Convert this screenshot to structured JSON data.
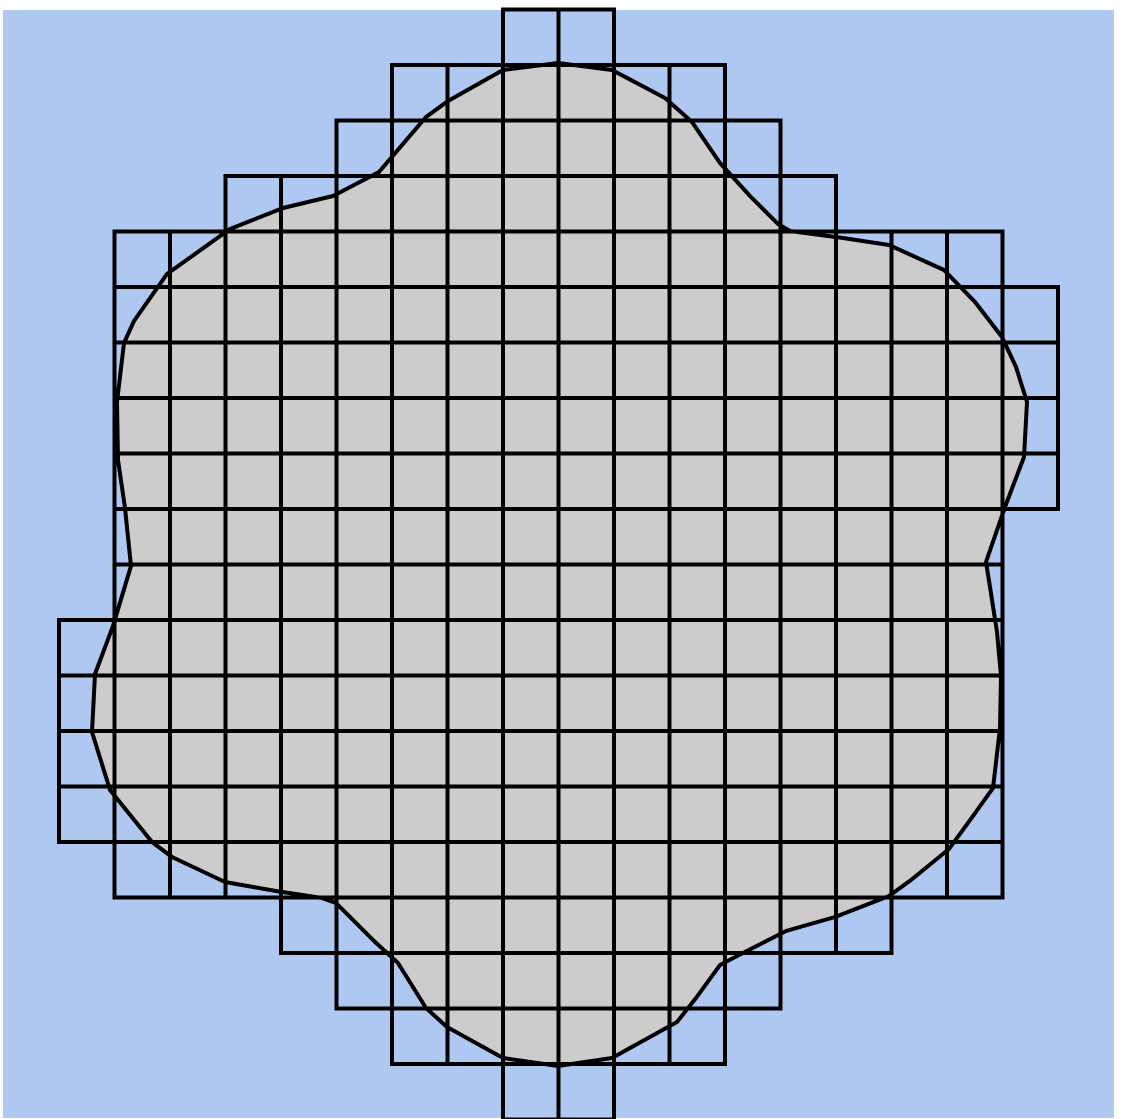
{
  "colors": {
    "water": "#aec8f2",
    "region": "#cccccc",
    "stroke": "#000000"
  },
  "grid": {
    "rows": [
      {
        "start": 9,
        "count": 2
      },
      {
        "start": 7,
        "count": 6
      },
      {
        "start": 6,
        "count": 8
      },
      {
        "start": 4,
        "count": 11
      },
      {
        "start": 2,
        "count": 16
      },
      {
        "start": 2,
        "count": 17
      },
      {
        "start": 2,
        "count": 17
      },
      {
        "start": 2,
        "count": 17
      },
      {
        "start": 2,
        "count": 17
      },
      {
        "start": 2,
        "count": 16
      },
      {
        "start": 2,
        "count": 16
      },
      {
        "start": 1,
        "count": 17
      },
      {
        "start": 1,
        "count": 17
      },
      {
        "start": 1,
        "count": 17
      },
      {
        "start": 1,
        "count": 17
      },
      {
        "start": 2,
        "count": 16
      },
      {
        "start": 5,
        "count": 11
      },
      {
        "start": 6,
        "count": 8
      },
      {
        "start": 7,
        "count": 6
      },
      {
        "start": 9,
        "count": 2
      }
    ]
  }
}
